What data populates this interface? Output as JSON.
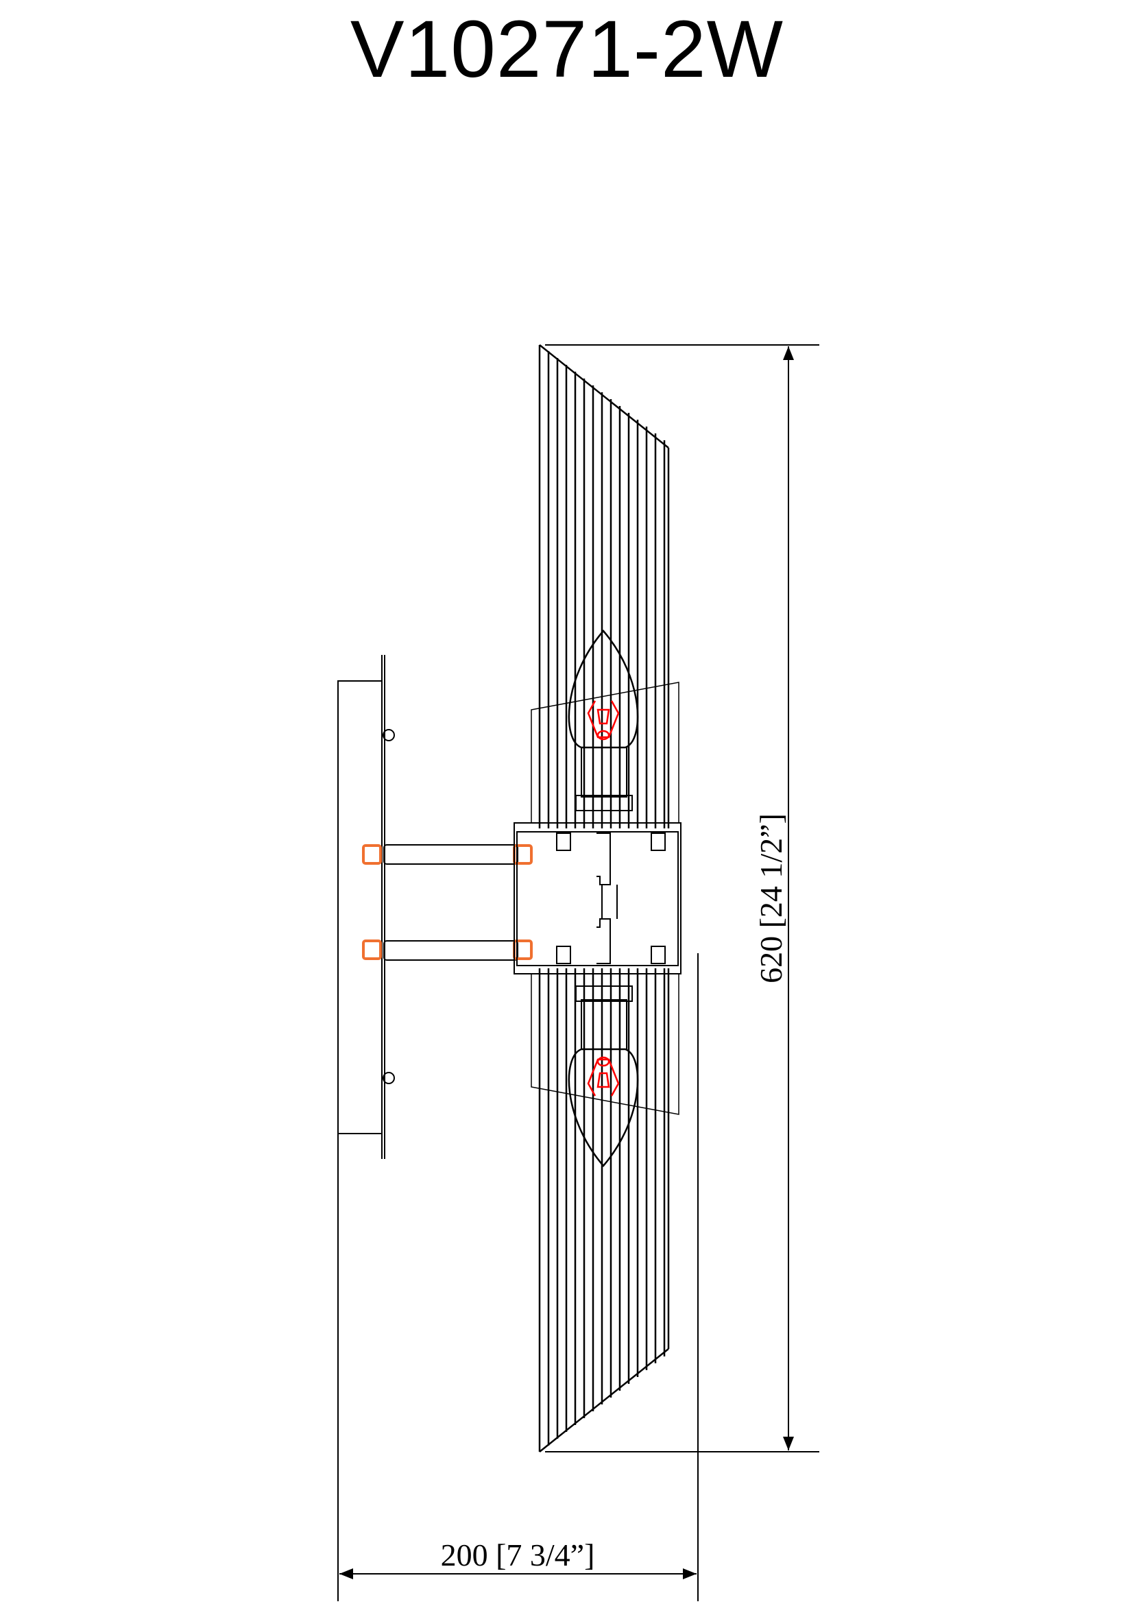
{
  "title": "V10271-2W",
  "dimensions": {
    "height": {
      "mm": "620",
      "inches": "[24 1/2”]",
      "label": "620 [24 1/2”]"
    },
    "depth": {
      "mm": "200",
      "inches": "[7 3/4”]",
      "label": "200 [7 3/4”]"
    }
  },
  "colors": {
    "line": "#000000",
    "connector": "#f07030",
    "filament": "#ff0000"
  },
  "components": [
    "wall-backplate",
    "support-arms",
    "center-junction-box",
    "upper-fluted-shade",
    "lower-fluted-shade",
    "upper-candle-bulb",
    "lower-candle-bulb"
  ]
}
